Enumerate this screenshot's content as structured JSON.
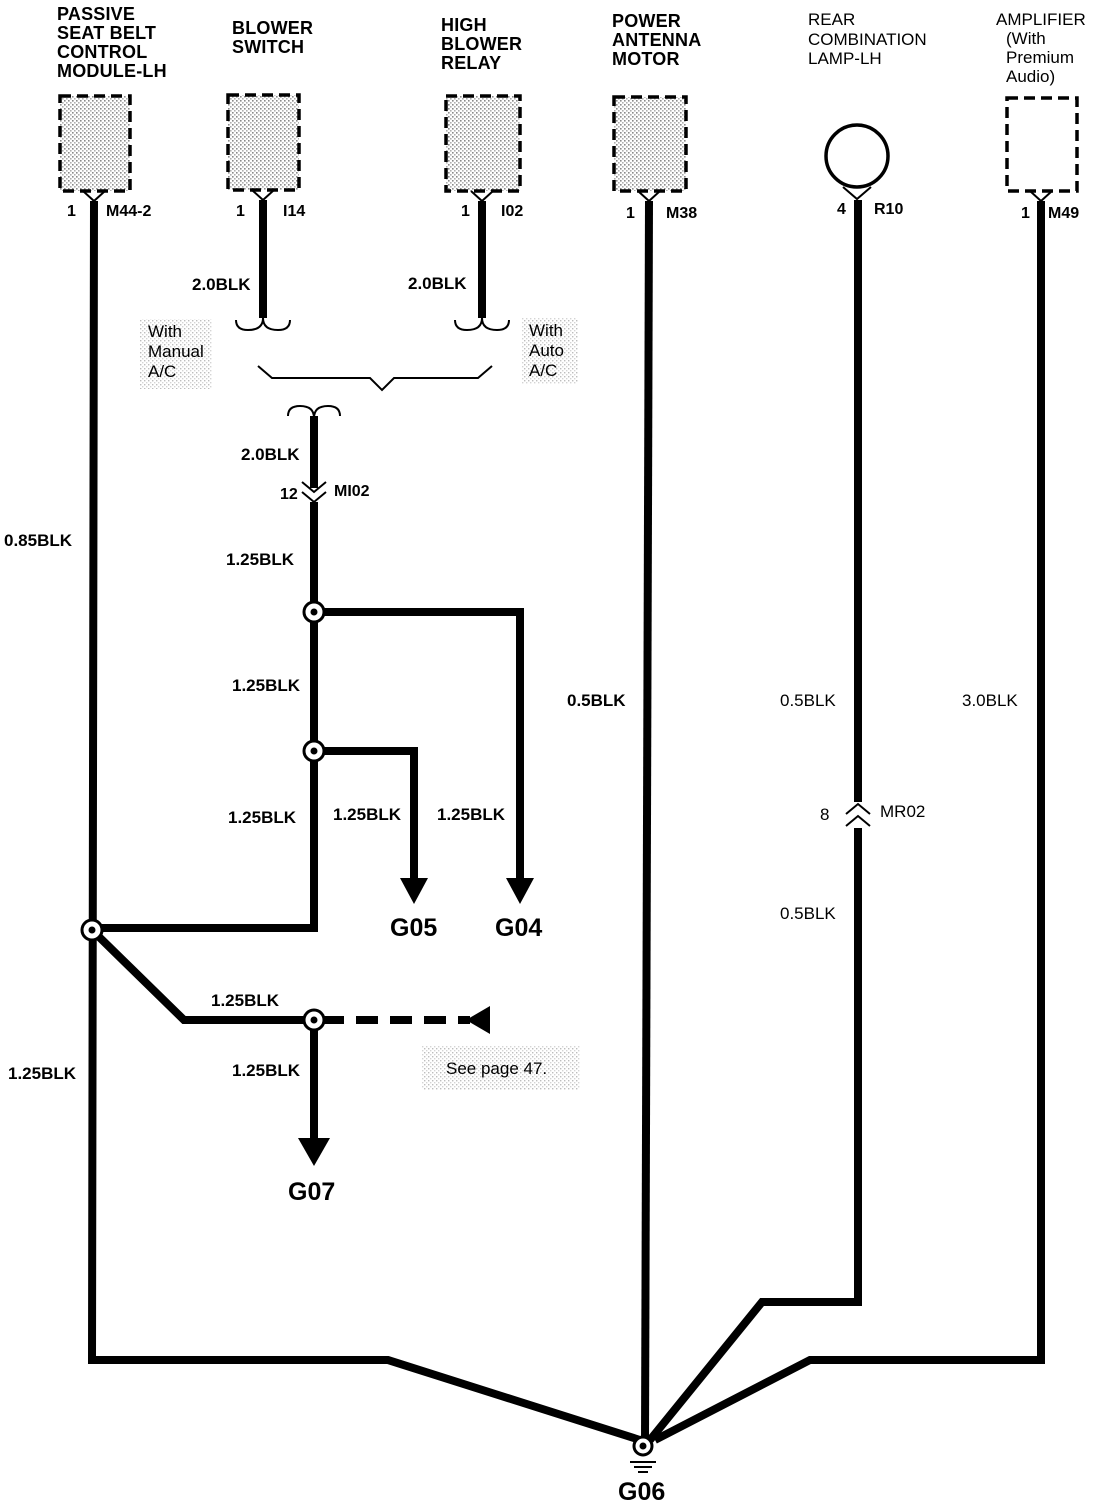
{
  "components": {
    "passive_seat_belt": {
      "title": [
        "PASSIVE",
        "SEAT BELT",
        "CONTROL",
        "MODULE-LH"
      ],
      "pin": "1",
      "connector": "M44-2"
    },
    "blower_switch": {
      "title": [
        "BLOWER",
        "SWITCH"
      ],
      "pin": "1",
      "connector": "I14"
    },
    "high_blower_relay": {
      "title": [
        "HIGH",
        "BLOWER",
        "RELAY"
      ],
      "pin": "1",
      "connector": "I02"
    },
    "power_antenna_motor": {
      "title": [
        "POWER",
        "ANTENNA",
        "MOTOR"
      ],
      "pin": "1",
      "connector": "M38"
    },
    "rear_combination_lamp": {
      "title": [
        "REAR",
        "COMBINATION",
        "LAMP-LH"
      ],
      "pin": "4",
      "connector": "R10"
    },
    "amplifier": {
      "title": [
        "AMPLIFIER"
      ],
      "subtitle": [
        "(With",
        "Premium",
        "Audio)"
      ],
      "pin": "1",
      "connector": "M49"
    }
  },
  "options": {
    "manual": [
      "With",
      "Manual",
      "A/C"
    ],
    "auto": [
      "With",
      "Auto",
      "A/C"
    ]
  },
  "connectors": {
    "mi02": {
      "pin": "12",
      "name": "MI02"
    },
    "mr02": {
      "pin": "8",
      "name": "MR02"
    }
  },
  "wires": {
    "w1": "0.85BLK",
    "w2": "1.25BLK",
    "w3": "2.0BLK",
    "w4": "2.0BLK",
    "w5": "2.0BLK",
    "w6": "1.25BLK",
    "w7": "1.25BLK",
    "w8": "1.25BLK",
    "w9": "1.25BLK",
    "w10": "1.25BLK",
    "w11": "1.25BLK",
    "w12": "1.25BLK",
    "w13": "0.5BLK",
    "w14": "0.5BLK",
    "w15": "0.5BLK",
    "w16": "3.0BLK"
  },
  "note": "See page 47.",
  "grounds": {
    "g04": "G04",
    "g05": "G05",
    "g06": "G06",
    "g07": "G07"
  }
}
